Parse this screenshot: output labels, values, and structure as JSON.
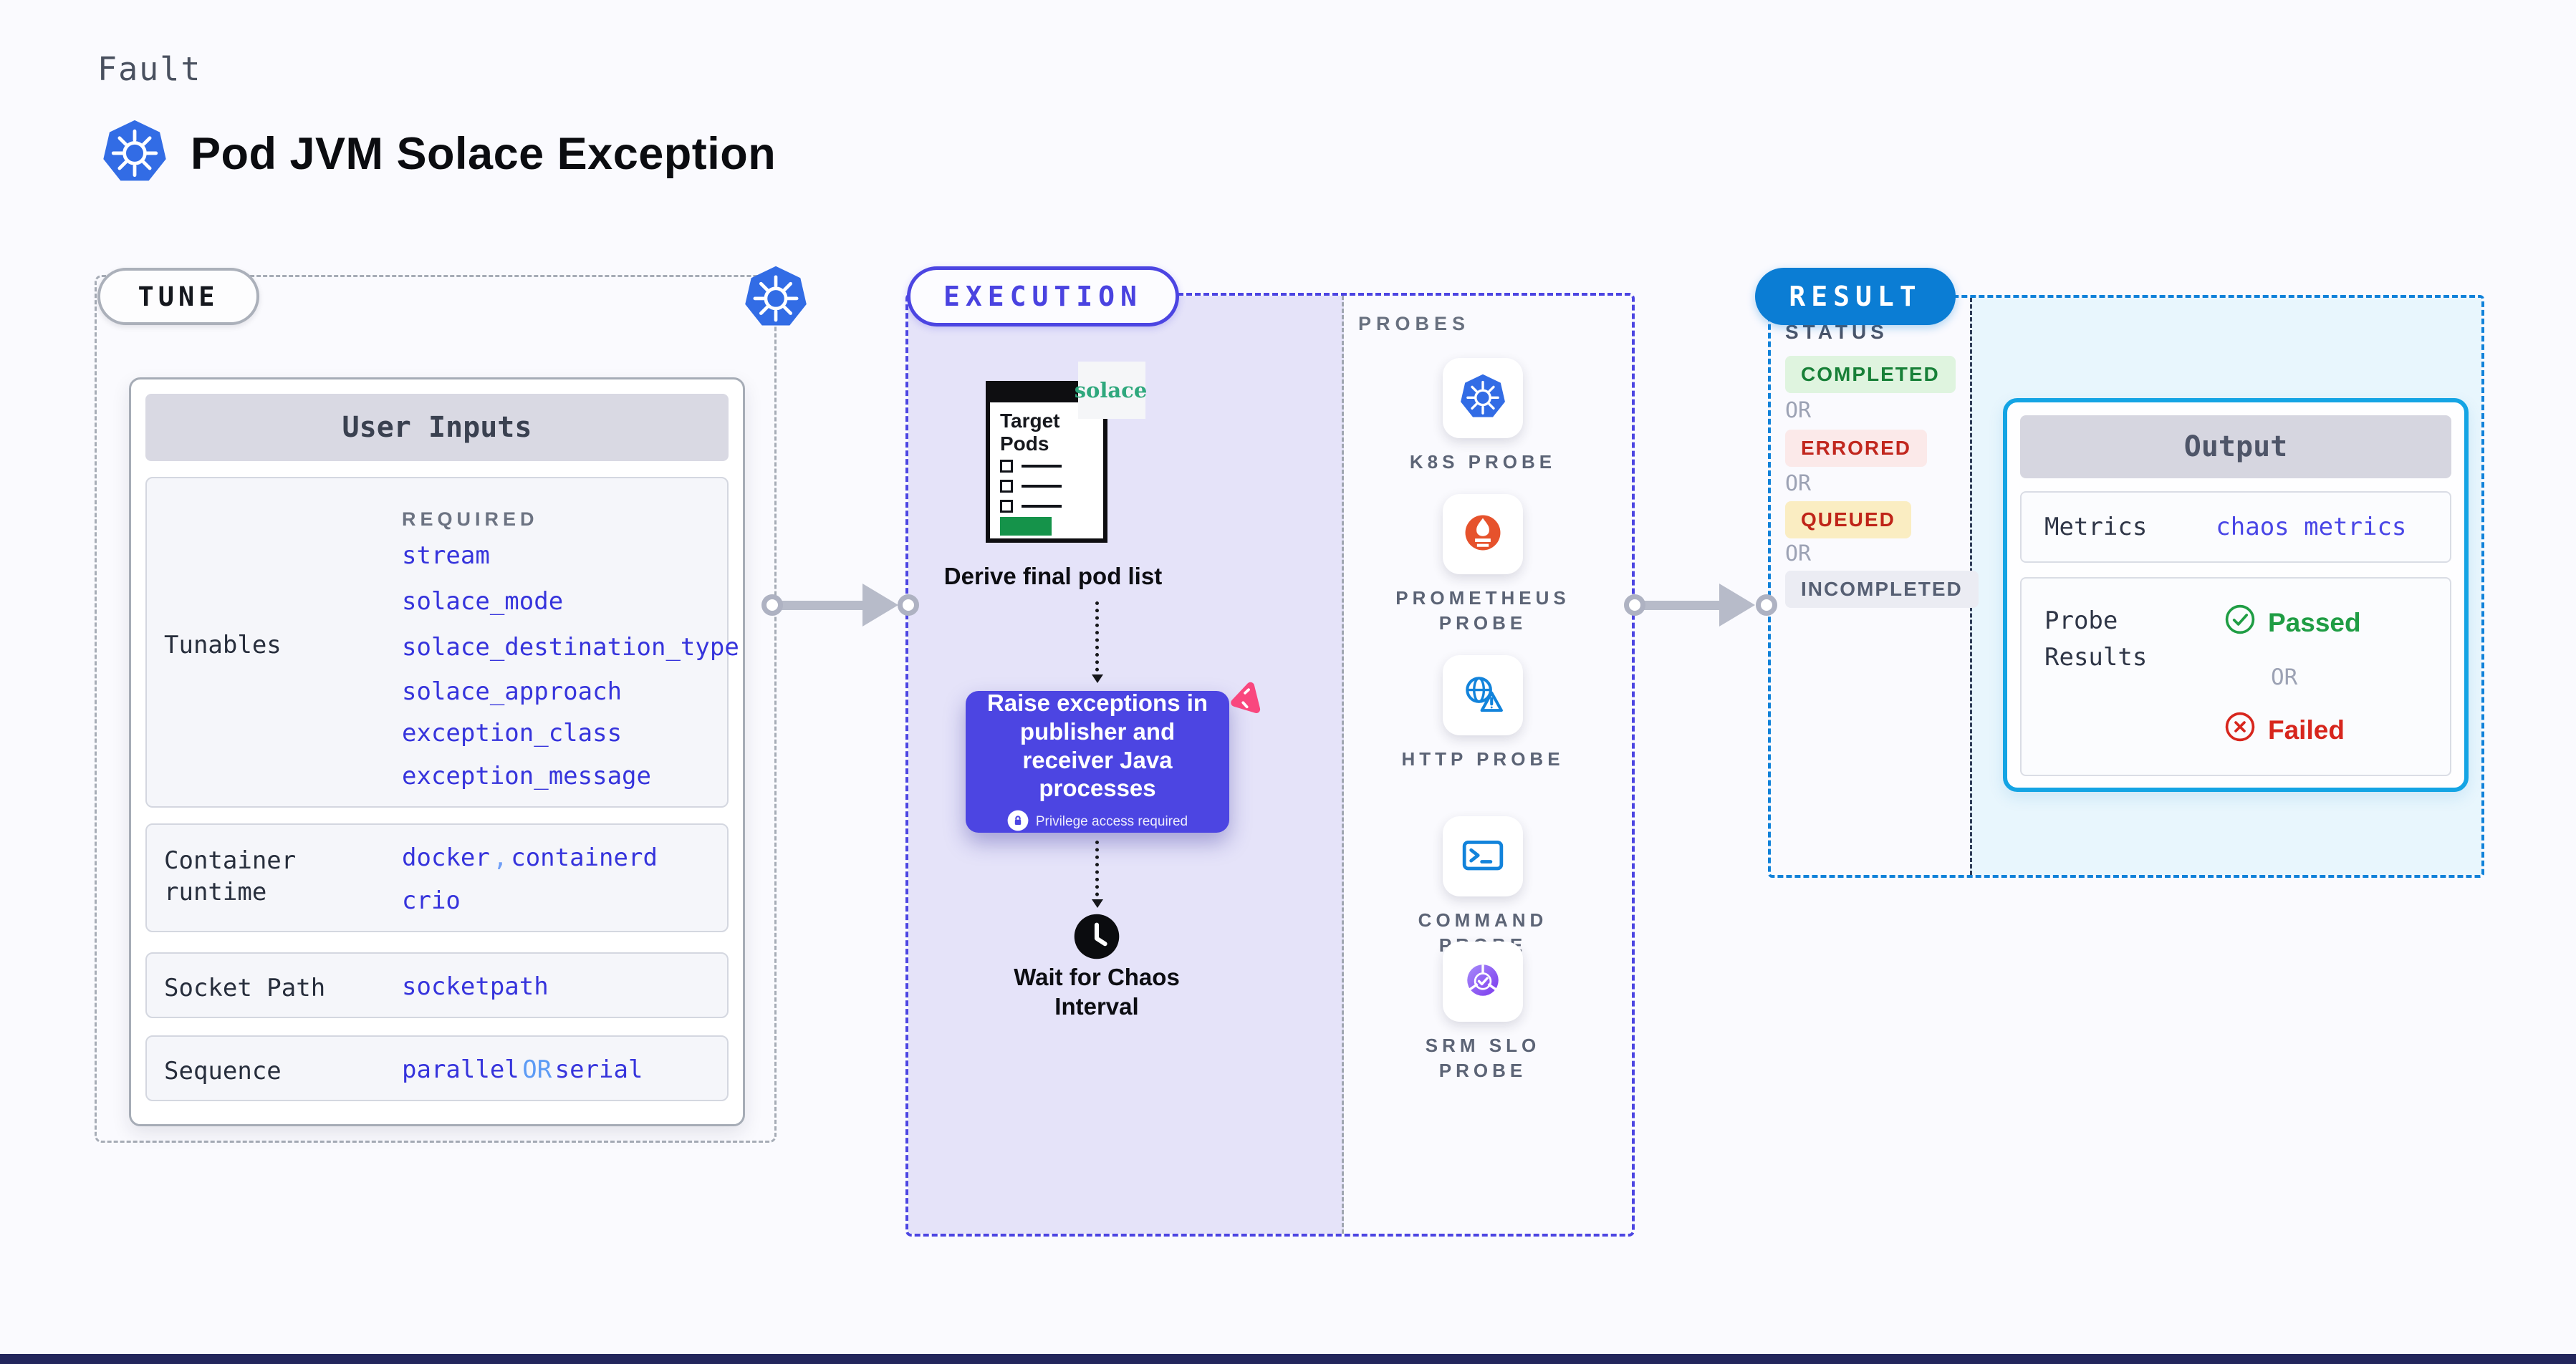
{
  "colors": {
    "accent_indigo": "#4C45E2",
    "accent_blue": "#0B7DD4",
    "accent_cyan": "#14A4E4",
    "value_blue": "#3634DC",
    "value_light_blue": "#6E9EF7",
    "lavender_bg": "#E5E3F9",
    "cyan_bg": "#E8F6FD",
    "passed_green": "#1F9D44",
    "failed_red": "#D7261D",
    "completed_green": "#188038",
    "errored_red": "#C1271E",
    "queued_yellow_bg": "#FAEDC2",
    "solace_green": "#2FA87D",
    "chaos_pink": "#F9477E",
    "kubernetes_blue": "#326CE5",
    "prometheus_orange": "#E6522C"
  },
  "header": {
    "kicker": "Fault",
    "title": "Pod JVM Solace Exception"
  },
  "tune": {
    "pill": "TUNE",
    "card_title": "User Inputs",
    "required_label": "REQUIRED",
    "tunables_label": "Tunables",
    "tunables": [
      "stream",
      "solace_mode",
      "solace_destination_type",
      "solace_approach",
      "exception_class",
      "exception_message"
    ],
    "container_runtime": {
      "label": "Container runtime",
      "value1": "docker",
      "separator": ",",
      "value2": "containerd",
      "value3": "crio"
    },
    "socket_path": {
      "label": "Socket Path",
      "value": "socketpath"
    },
    "sequence": {
      "label": "Sequence",
      "value1": "parallel",
      "or": "OR",
      "value2": "serial"
    }
  },
  "execution": {
    "pill": "EXECUTION",
    "window_title": "Target Pods",
    "solace_logo": "solace",
    "derive_label": "Derive final pod list",
    "action_label": "Raise exceptions in publisher and receiver Java processes",
    "privilege_label": "Privilege access required",
    "wait_label": "Wait for Chaos Interval"
  },
  "probes": {
    "heading": "PROBES",
    "items": [
      {
        "name": "k8s-probe",
        "line1": "K8S PROBE"
      },
      {
        "name": "prometheus-probe",
        "line1": "PROMETHEUS",
        "line2": "PROBE"
      },
      {
        "name": "http-probe",
        "line1": "HTTP PROBE"
      },
      {
        "name": "command-probe",
        "line1": "COMMAND",
        "line2": "PROBE"
      },
      {
        "name": "srm-slo-probe",
        "line1": "SRM SLO",
        "line2": "PROBE"
      }
    ]
  },
  "result": {
    "pill": "RESULT",
    "status_heading": "STATUS",
    "or_label": "OR",
    "statuses": [
      {
        "label": "COMPLETED",
        "type": "completed"
      },
      {
        "label": "ERRORED",
        "type": "errored"
      },
      {
        "label": "QUEUED",
        "type": "queued"
      },
      {
        "label": "INCOMPLETED",
        "type": "incompleted"
      }
    ],
    "output": {
      "title": "Output",
      "metrics_label": "Metrics",
      "metrics_value": "chaos metrics",
      "probe_results_label": "Probe Results",
      "passed_label": "Passed",
      "or_label": "OR",
      "failed_label": "Failed"
    }
  }
}
